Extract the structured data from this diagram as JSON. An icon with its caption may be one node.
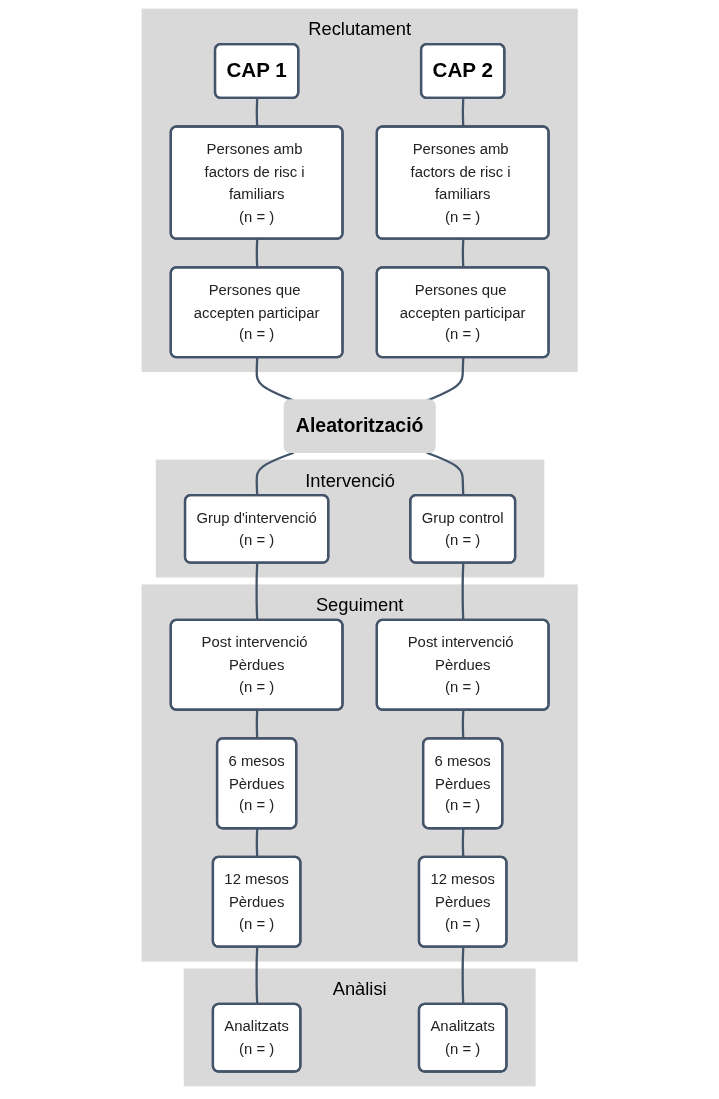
{
  "diagram": {
    "nodes": [
      {
        "text": [
          "Reclutament"
        ]
      },
      {
        "text": [
          "CAP 1"
        ],
        "in": 0
      },
      {
        "text": [
          "CAP 2"
        ],
        "in": 0
      },
      {
        "text": [
          "Persones amb factors de risc i familiars",
          "(n = )"
        ],
        "in": 0
      },
      {
        "text": [
          "Persones amb factors de risc i familiars",
          "(n = )"
        ],
        "in": 0
      },
      {
        "text": [
          "Persones que accepten participar",
          "(n = )"
        ],
        "in": 0
      },
      {
        "text": [
          "Persones que accepten participar",
          "(n = )"
        ],
        "in": 0
      },
      {
        "text": [
          "Aleatorització"
        ]
      },
      {
        "text": [
          "Intervenció"
        ]
      },
      {
        "text": [
          "Grup d'intervenció",
          "(n = )"
        ],
        "in": 8
      },
      {
        "text": [
          "Grup control",
          "(n = )"
        ],
        "in": 8
      },
      {
        "text": [
          "Seguiment"
        ]
      },
      {
        "text": [
          "Post intervenció Pèrdues",
          "(n = )"
        ],
        "in": 11
      },
      {
        "text": [
          "Post intervenció Pèrdues",
          "(n = )"
        ],
        "in": 11
      },
      {
        "text": [
          "6 mesos",
          "Pèrdues",
          "(n = )"
        ],
        "in": 11
      },
      {
        "text": [
          "6 mesos",
          "Pèrdues",
          "(n = )"
        ],
        "in": 11
      },
      {
        "text": [
          "12 mesos",
          "Pèrdues",
          "(n = )"
        ],
        "in": 11
      },
      {
        "text": [
          "12 mesos",
          "Pèrdues",
          "(n = )"
        ],
        "in": 11
      },
      {
        "text": [
          "Anàlisi"
        ]
      },
      {
        "text": [
          "Analitzats",
          "(n = )"
        ],
        "in": 18
      },
      {
        "text": [
          "Analitzats",
          "(n = )"
        ],
        "in": 18
      }
    ],
    "edges": [
      {
        "from": 1,
        "to": 3,
        "arrow": "none"
      },
      {
        "from": 2,
        "to": 4,
        "arrow": "none"
      },
      {
        "from": 3,
        "to": 5,
        "arrow": "none"
      },
      {
        "from": 4,
        "to": 6,
        "arrow": "none"
      },
      {
        "from": 5,
        "to": 7,
        "arrow": "none"
      },
      {
        "from": 6,
        "to": 7,
        "arrow": "none"
      },
      {
        "from": 7,
        "to": 9,
        "arrow": "none"
      },
      {
        "from": 7,
        "to": 10,
        "arrow": "none"
      },
      {
        "from": 9,
        "to": 12,
        "arrow": "none"
      },
      {
        "from": 10,
        "to": 13,
        "arrow": "none"
      },
      {
        "from": 12,
        "to": 14,
        "arrow": "none"
      },
      {
        "from": 13,
        "to": 15,
        "arrow": "none"
      },
      {
        "from": 14,
        "to": 16,
        "arrow": "none"
      },
      {
        "from": 15,
        "to": 17,
        "arrow": "none"
      },
      {
        "from": 16,
        "to": 19,
        "arrow": "none"
      },
      {
        "from": 17,
        "to": 20,
        "arrow": "none"
      }
    ]
  }
}
